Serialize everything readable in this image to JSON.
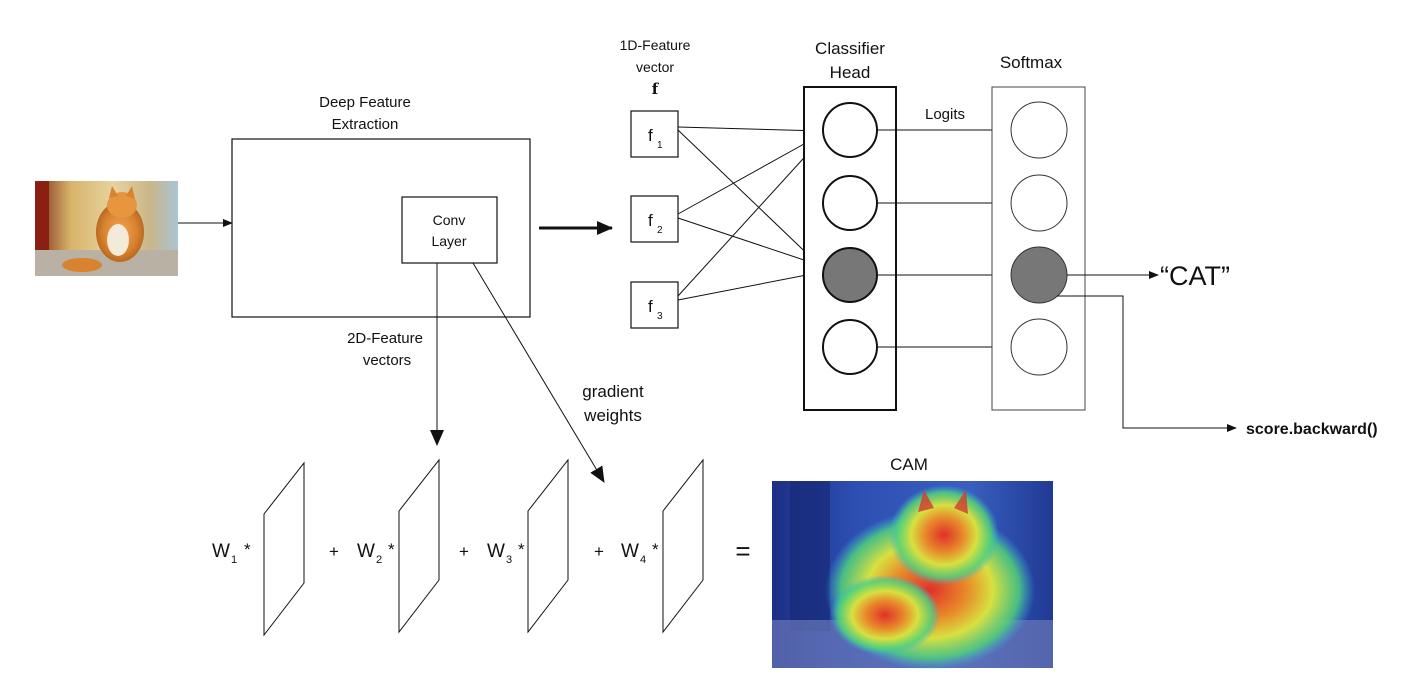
{
  "extraction": {
    "title_line1": "Deep Feature",
    "title_line2": "Extraction",
    "conv_line1": "Conv",
    "conv_line2": "Layer"
  },
  "feature_vector": {
    "title_line1": "1D-Feature",
    "title_line2": "vector",
    "symbol": "f",
    "items": [
      {
        "base": "f",
        "sub": "1"
      },
      {
        "base": "f",
        "sub": "2"
      },
      {
        "base": "f",
        "sub": "3"
      }
    ]
  },
  "classifier": {
    "title_line1": "Classifier",
    "title_line2": "Head",
    "logits_label": "Logits",
    "active_index": 2
  },
  "softmax": {
    "title": "Softmax",
    "active_index": 2
  },
  "output": {
    "label": "“CAT”",
    "backward_label": "score.backward()"
  },
  "feature_maps": {
    "label_line1": "2D-Feature",
    "label_line2": "vectors",
    "gradient_line1": "gradient",
    "gradient_line2": "weights",
    "weights": [
      {
        "base": "W",
        "sub": "1",
        "op": "*"
      },
      {
        "base": "W",
        "sub": "2",
        "op": "*"
      },
      {
        "base": "W",
        "sub": "3",
        "op": "*"
      },
      {
        "base": "W",
        "sub": "4",
        "op": "*"
      }
    ],
    "plus": "+",
    "equals": "="
  },
  "cam": {
    "title": "CAM"
  },
  "colors": {
    "active_node": "#777777",
    "line": "#111111"
  }
}
